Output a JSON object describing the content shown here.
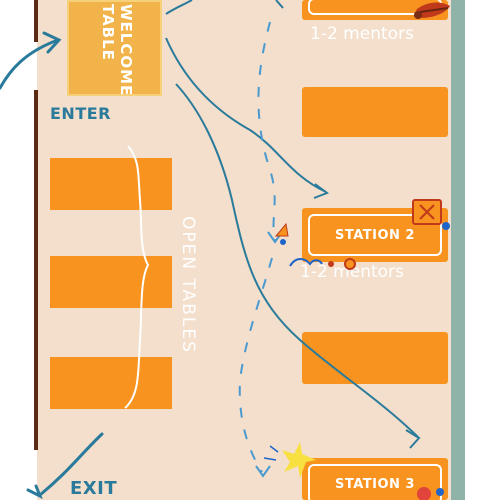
{
  "welcome_table": {
    "label": "WELCOME TABLE"
  },
  "labels": {
    "enter": "ENTER",
    "exit": "EXIT",
    "open_tables": "OPEN TABLES",
    "mentors_1": "1-2 mentors",
    "mentors_2": "1-2 mentors"
  },
  "stations": [
    {
      "label": ""
    },
    {
      "label": ""
    },
    {
      "label": "STATION 2"
    },
    {
      "label": ""
    },
    {
      "label": "STATION 3"
    }
  ],
  "open_tables_count": 3,
  "colors": {
    "floor": "#f3dfcc",
    "table": "#f7931e",
    "welcome": "#f2b44a",
    "wall": "#8fb3a9",
    "path": "#2a7b9b",
    "text": "#ffffff"
  },
  "icons": [
    "traffic-cone-icon",
    "sparkle-icon",
    "ribbon-icon",
    "station-tag-icon"
  ]
}
